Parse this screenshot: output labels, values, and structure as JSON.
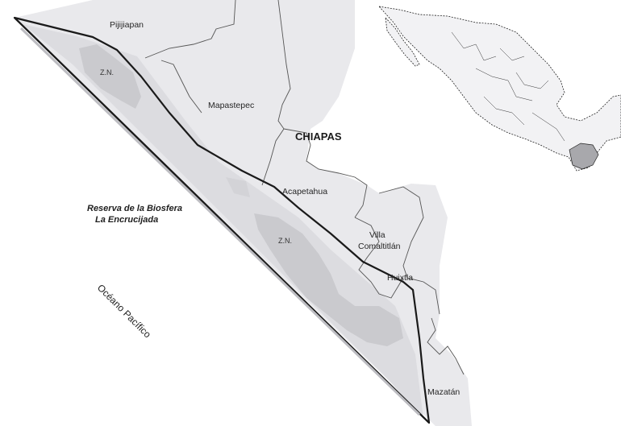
{
  "map": {
    "state_label": "CHIAPAS",
    "ocean_label": "Océano Pacífico",
    "reserve_label_line1": "Reserva de la Biosfera",
    "reserve_label_line2": "La Encrucijada",
    "zone_labels": [
      "Z.N.",
      "Z.N."
    ],
    "municipalities": [
      "Pijijiapan",
      "Mapastepec",
      "Acapetahua",
      "Villa",
      "Comaltitlán",
      "Huixtla",
      "Mazatán"
    ],
    "colors": {
      "land": "#e9e9ec",
      "reserve": "#dcdce0",
      "core_zone": "#cacace",
      "mexico_land": "#f2f2f4",
      "inset_highlight": "#a8a8ac",
      "outline": "#1a1a1a",
      "border": "#555555"
    }
  }
}
